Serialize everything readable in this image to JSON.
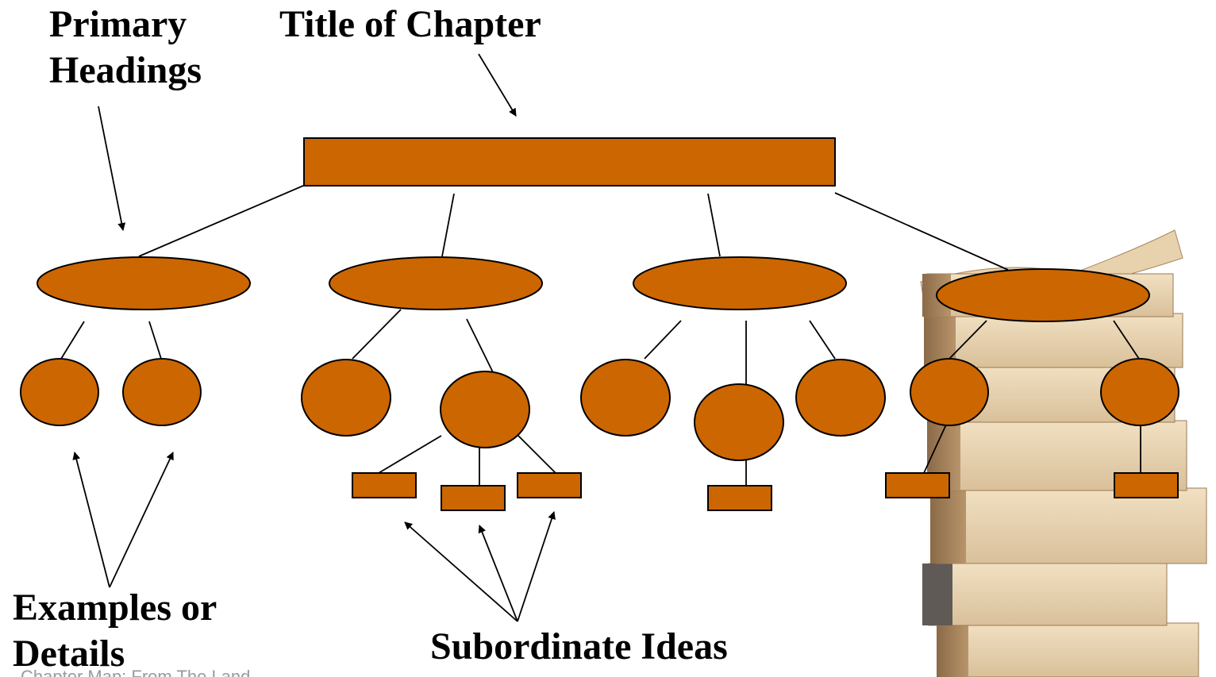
{
  "labels": {
    "title_of_chapter": "Title of Chapter",
    "primary_line1": "Primary",
    "primary_line2": "Headings",
    "examples_line1": "Examples or",
    "examples_line2": "Details",
    "subordinate": "Subordinate Ideas"
  },
  "footer": {
    "text": "Chapter Map: From The Land..."
  },
  "colors": {
    "shape_fill": "#cc6600",
    "outline": "#000000",
    "background": "#ffffff"
  },
  "illustration": {
    "icon": "stack-of-books-icon"
  }
}
